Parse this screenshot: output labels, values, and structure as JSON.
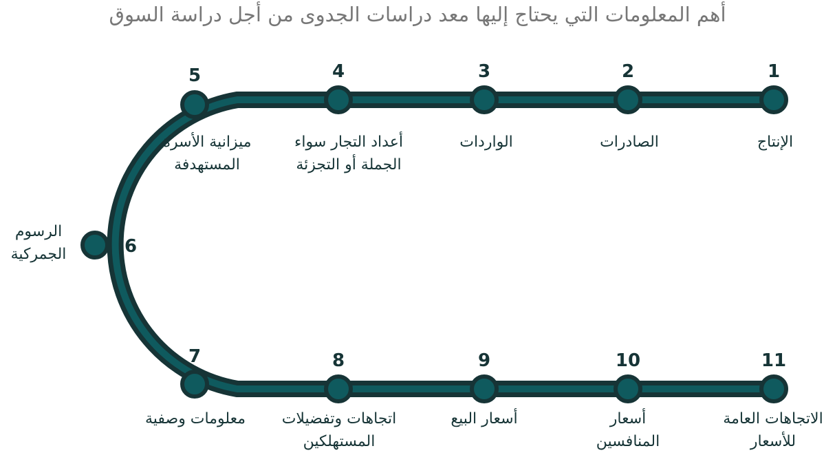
{
  "title": "أهم المعلومات التي يحتاج إليها معد دراسات الجدوى من أجل دراسة السوق",
  "colors": {
    "track_outer": "#163436",
    "track_inner": "#0f5a5e",
    "node_fill": "#0f5a5e",
    "node_stroke": "#163436",
    "text": "#163436",
    "title": "#777777"
  },
  "steps": [
    {
      "number": "1",
      "lines": [
        "الإنتاج"
      ]
    },
    {
      "number": "2",
      "lines": [
        "الصادرات"
      ]
    },
    {
      "number": "3",
      "lines": [
        "الواردات"
      ]
    },
    {
      "number": "4",
      "lines": [
        "أعداد التجار سواء",
        "الجملة أو التجزئة"
      ]
    },
    {
      "number": "5",
      "lines": [
        "ميزانية الأسرة",
        "المستهدفة"
      ]
    },
    {
      "number": "6",
      "lines": [
        "الرسوم",
        "الجمركية"
      ]
    },
    {
      "number": "7",
      "lines": [
        "معلومات وصفية"
      ]
    },
    {
      "number": "8",
      "lines": [
        "اتجاهات وتفضيلات",
        "المستهلكين"
      ]
    },
    {
      "number": "9",
      "lines": [
        "أسعار البيع"
      ]
    },
    {
      "number": "10",
      "lines": [
        "أسعار",
        "المنافسين"
      ]
    },
    {
      "number": "11",
      "lines": [
        "الاتجاهات العامة",
        "للأسعار"
      ]
    }
  ]
}
